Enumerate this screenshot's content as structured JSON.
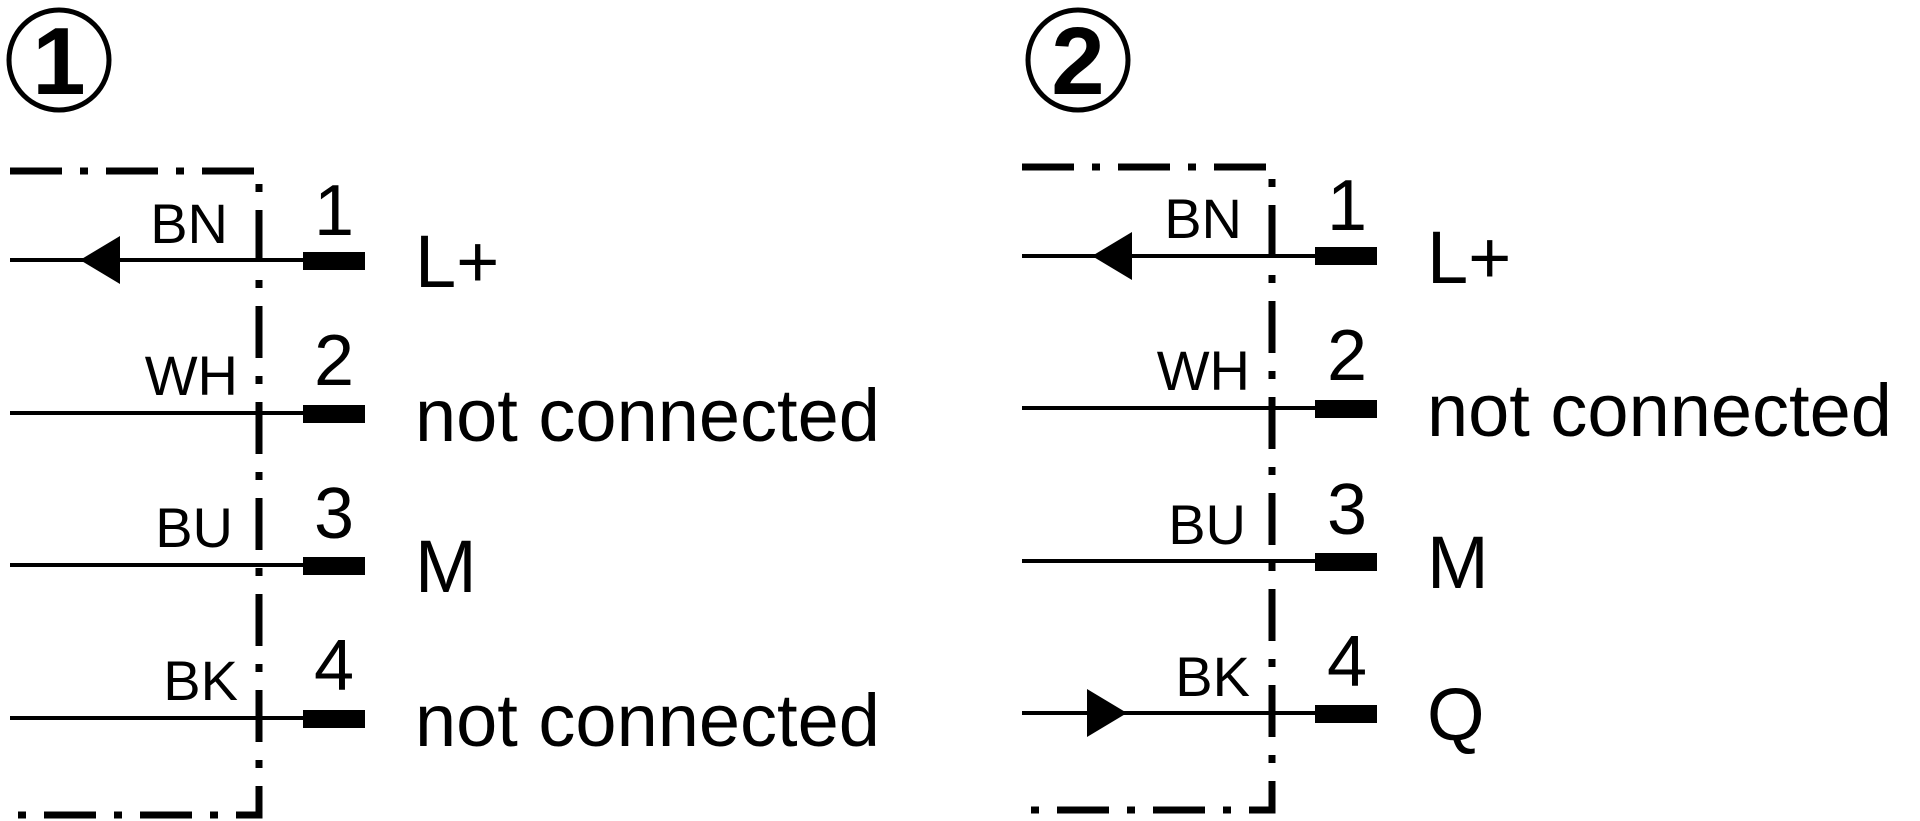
{
  "diagrams": [
    {
      "badge": "1",
      "pins": [
        {
          "wire": "BN",
          "pin": "1",
          "signal": "L+",
          "arrow": "in"
        },
        {
          "wire": "WH",
          "pin": "2",
          "signal": "not connected",
          "arrow": "none"
        },
        {
          "wire": "BU",
          "pin": "3",
          "signal": "M",
          "arrow": "none"
        },
        {
          "wire": "BK",
          "pin": "4",
          "signal": "not connected",
          "arrow": "none"
        }
      ]
    },
    {
      "badge": "2",
      "pins": [
        {
          "wire": "BN",
          "pin": "1",
          "signal": "L+",
          "arrow": "in"
        },
        {
          "wire": "WH",
          "pin": "2",
          "signal": "not connected",
          "arrow": "none"
        },
        {
          "wire": "BU",
          "pin": "3",
          "signal": "M",
          "arrow": "none"
        },
        {
          "wire": "BK",
          "pin": "4",
          "signal": "Q",
          "arrow": "out"
        }
      ]
    }
  ]
}
